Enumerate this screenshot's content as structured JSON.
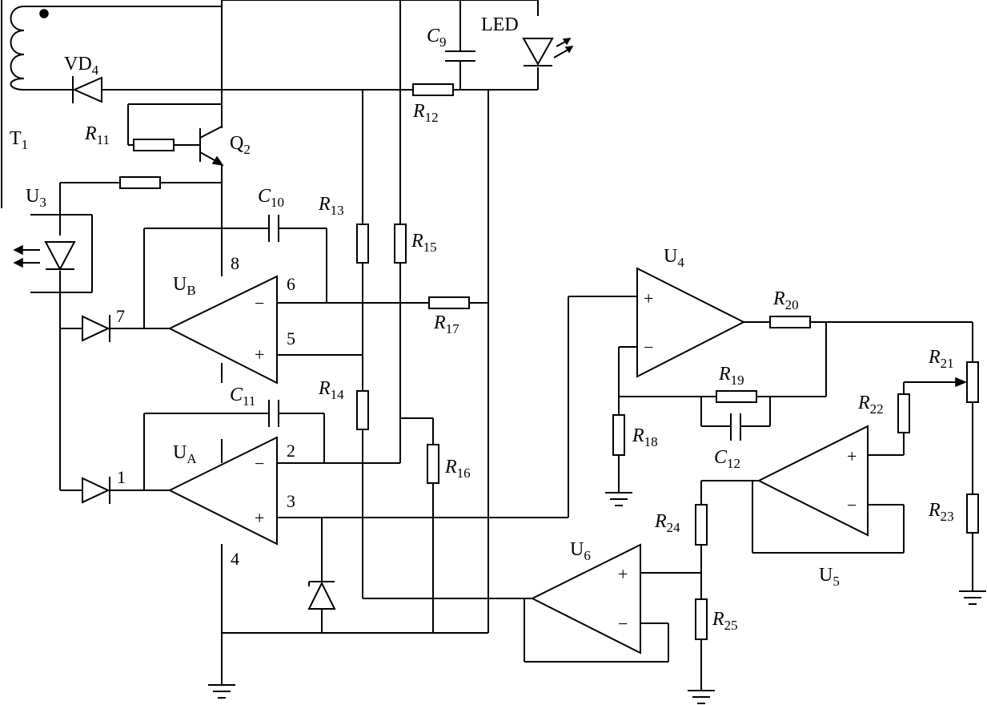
{
  "diagram": {
    "transformer": {
      "name": "T",
      "sub": "1"
    },
    "labels": {
      "VD4": {
        "main": "VD",
        "sub": "4"
      },
      "C9": {
        "main": "C",
        "sub": "9"
      },
      "LED": "LED",
      "R12": {
        "main": "R",
        "sub": "12"
      },
      "R11": {
        "main": "R",
        "sub": "11"
      },
      "Q2": {
        "main": "Q",
        "sub": "2"
      },
      "U3": {
        "main": "U",
        "sub": "3"
      },
      "C10": {
        "main": "C",
        "sub": "10"
      },
      "R13": {
        "main": "R",
        "sub": "13"
      },
      "R15": {
        "main": "R",
        "sub": "15"
      },
      "UB": {
        "main": "U",
        "sub": "B"
      },
      "R17": {
        "main": "R",
        "sub": "17"
      },
      "C11": {
        "main": "C",
        "sub": "11"
      },
      "R14": {
        "main": "R",
        "sub": "14"
      },
      "UA": {
        "main": "U",
        "sub": "A"
      },
      "R16": {
        "main": "R",
        "sub": "16"
      },
      "U4": {
        "main": "U",
        "sub": "4"
      },
      "R20": {
        "main": "R",
        "sub": "20"
      },
      "R19": {
        "main": "R",
        "sub": "19"
      },
      "R18": {
        "main": "R",
        "sub": "18"
      },
      "C12": {
        "main": "C",
        "sub": "12"
      },
      "R21": {
        "main": "R",
        "sub": "21"
      },
      "R22": {
        "main": "R",
        "sub": "22"
      },
      "R23": {
        "main": "R",
        "sub": "23"
      },
      "R24": {
        "main": "R",
        "sub": "24"
      },
      "U5": {
        "main": "U",
        "sub": "5"
      },
      "U6": {
        "main": "U",
        "sub": "6"
      },
      "R25": {
        "main": "R",
        "sub": "25"
      }
    },
    "pins": {
      "p8": "8",
      "p7": "7",
      "p6": "6",
      "p5": "5",
      "p1": "1",
      "p2": "2",
      "p3": "3",
      "p4": "4"
    },
    "signs": {
      "plus": "+",
      "minus": "−"
    }
  }
}
